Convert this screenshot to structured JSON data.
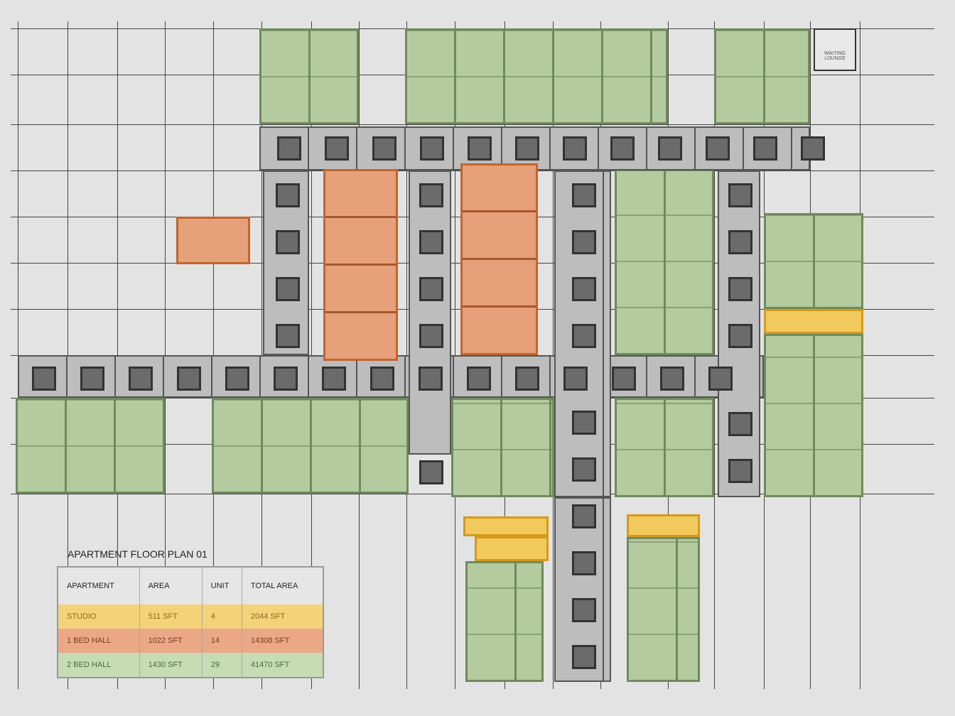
{
  "plan": {
    "title": "APARTMENT FLOOR PLAN 01",
    "waiting_lounge": "WAITING LOUNGE"
  },
  "legend": {
    "headers": [
      "APARTMENT",
      "AREA",
      "UNIT",
      "TOTAL AREA"
    ],
    "rows": [
      {
        "apartment": "STUDIO",
        "area": "511 SFT",
        "unit": "4",
        "total": "2044 SFT",
        "color": "#f3d27a"
      },
      {
        "apartment": "1  BED HALL",
        "area": "1022 SFT",
        "unit": "14",
        "total": "14308 SFT",
        "color": "#eaa886"
      },
      {
        "apartment": "2  BED HALL",
        "area": "1430 SFT",
        "unit": "29",
        "total": "41470 SFT",
        "color": "#c6dcb4"
      }
    ]
  }
}
